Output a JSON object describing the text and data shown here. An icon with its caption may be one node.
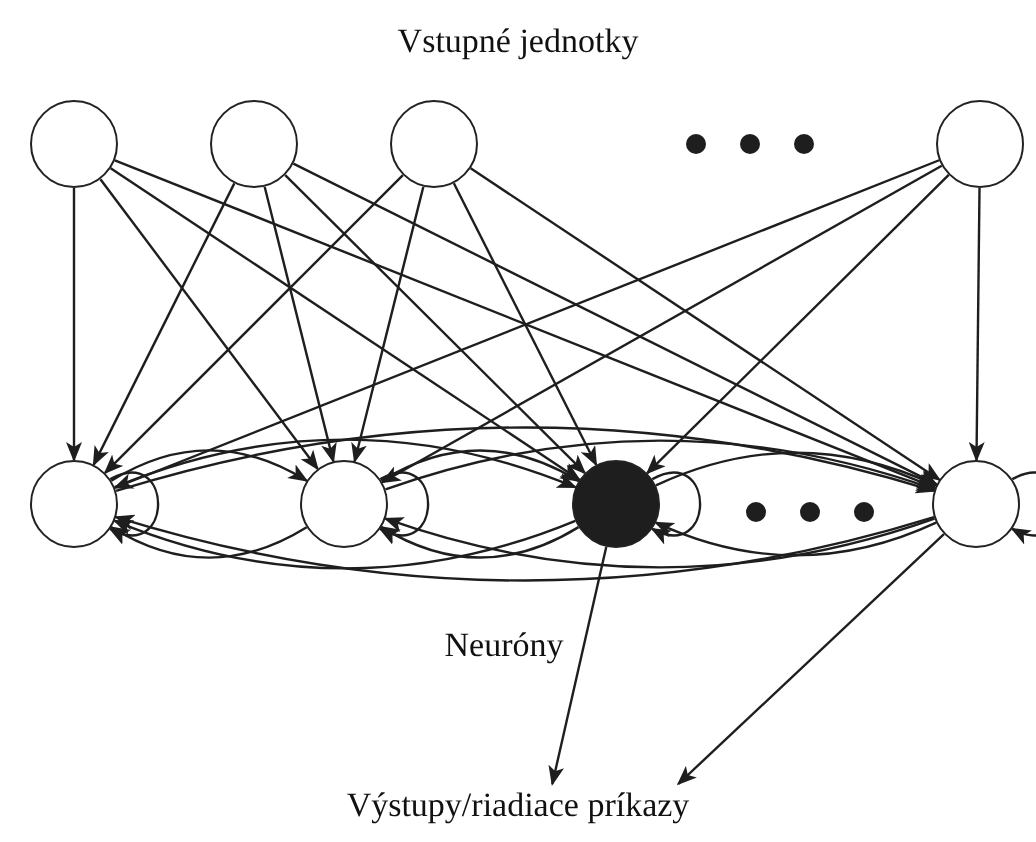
{
  "diagram": {
    "nodes": [
      {
        "text": [],
        "shape": "circle"
      },
      {
        "text": [],
        "shape": "circle"
      },
      {
        "text": [],
        "shape": "circle"
      },
      {
        "text": [],
        "shape": "circle"
      },
      {
        "text": [],
        "shape": "circle"
      },
      {
        "text": [],
        "shape": "circle"
      },
      {
        "text": [],
        "shape": "filled-circle"
      },
      {
        "text": [],
        "shape": "circle"
      },
      {
        "text": [
          "Výstupy/riadiace príkazy"
        ]
      }
    ],
    "edges": [
      {
        "from": 0,
        "to": 4,
        "arrow": "to"
      },
      {
        "from": 0,
        "to": 5,
        "arrow": "to"
      },
      {
        "from": 0,
        "to": 6,
        "arrow": "to"
      },
      {
        "from": 0,
        "to": 7,
        "arrow": "to"
      },
      {
        "from": 1,
        "to": 4,
        "arrow": "to"
      },
      {
        "from": 1,
        "to": 5,
        "arrow": "to"
      },
      {
        "from": 1,
        "to": 6,
        "arrow": "to"
      },
      {
        "from": 1,
        "to": 7,
        "arrow": "to"
      },
      {
        "from": 2,
        "to": 4,
        "arrow": "to"
      },
      {
        "from": 2,
        "to": 5,
        "arrow": "to"
      },
      {
        "from": 2,
        "to": 6,
        "arrow": "to"
      },
      {
        "from": 2,
        "to": 7,
        "arrow": "to"
      },
      {
        "from": 3,
        "to": 4,
        "arrow": "to"
      },
      {
        "from": 3,
        "to": 5,
        "arrow": "to"
      },
      {
        "from": 3,
        "to": 6,
        "arrow": "to"
      },
      {
        "from": 3,
        "to": 7,
        "arrow": "to"
      },
      {
        "from": 4,
        "to": 4,
        "arrow": "to"
      },
      {
        "from": 4,
        "to": 5,
        "arrow": "to"
      },
      {
        "from": 4,
        "to": 6,
        "arrow": "to"
      },
      {
        "from": 4,
        "to": 7,
        "arrow": "to"
      },
      {
        "from": 5,
        "to": 4,
        "arrow": "to"
      },
      {
        "from": 5,
        "to": 5,
        "arrow": "to"
      },
      {
        "from": 5,
        "to": 6,
        "arrow": "to"
      },
      {
        "from": 5,
        "to": 7,
        "arrow": "to"
      },
      {
        "from": 6,
        "to": 4,
        "arrow": "to"
      },
      {
        "from": 6,
        "to": 5,
        "arrow": "to"
      },
      {
        "from": 6,
        "to": 6,
        "arrow": "to"
      },
      {
        "from": 6,
        "to": 7,
        "arrow": "to"
      },
      {
        "from": 7,
        "to": 4,
        "arrow": "to"
      },
      {
        "from": 7,
        "to": 5,
        "arrow": "to"
      },
      {
        "from": 7,
        "to": 6,
        "arrow": "to"
      },
      {
        "from": 7,
        "to": 7,
        "arrow": "to"
      },
      {
        "from": 6,
        "to": 8,
        "arrow": "to"
      },
      {
        "from": 7,
        "to": 8,
        "arrow": "to"
      }
    ],
    "labels": [
      "Vstupné jednotky",
      "Neuróny"
    ]
  }
}
